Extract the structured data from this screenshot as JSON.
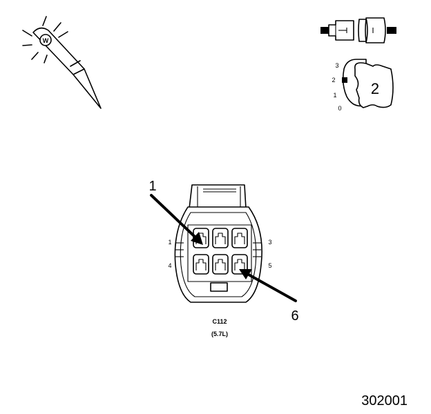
{
  "probe_icon": {
    "name": "test-probe-icon"
  },
  "connector_icon": {
    "name": "connector-separated-icon"
  },
  "ignition_key": {
    "positions": [
      "3",
      "2",
      "1",
      "0"
    ],
    "key_label": "2"
  },
  "connector": {
    "callouts": [
      {
        "label": "1"
      },
      {
        "label": "6"
      }
    ],
    "cavity_labels": [
      "1",
      "3",
      "4",
      "5"
    ],
    "caption_name": "C112",
    "caption_variant": "(5.7L)"
  },
  "figure_number": "302001"
}
